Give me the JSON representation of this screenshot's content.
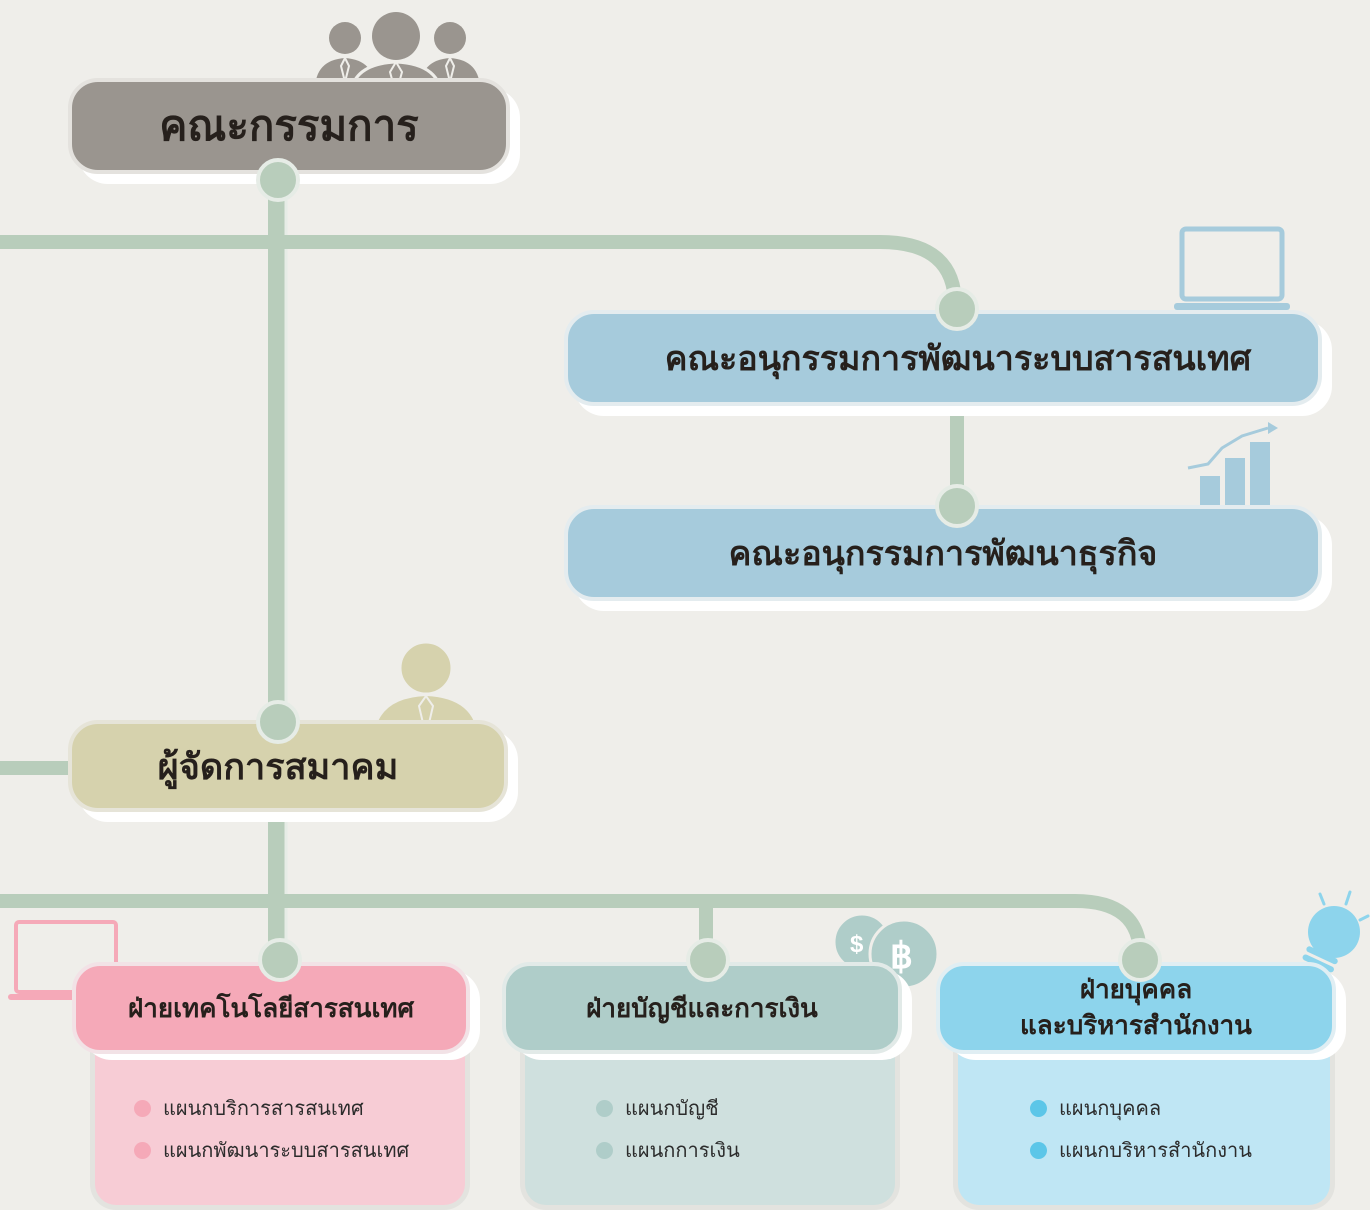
{
  "colors": {
    "line": "#b8cdbb",
    "board": "#9a958f",
    "subcommittee": "#a6cbdc",
    "manager": "#d6d2ad",
    "it": "#f5a9b8",
    "it_panel": "#f7ccd5",
    "accounting": "#afcdc9",
    "accounting_panel": "#cfe0de",
    "hr": "#8dd4ec",
    "hr_panel": "#bfe6f4"
  },
  "board": {
    "label": "คณะกรรมการ",
    "icon": "people-group-icon"
  },
  "subcommittees": [
    {
      "label": "คณะอนุกรรมการพัฒนาระบบสารสนเทศ",
      "icon": "laptop-icon"
    },
    {
      "label": "คณะอนุกรรมการพัฒนาธุรกิจ",
      "icon": "bar-chart-icon"
    }
  ],
  "manager": {
    "label": "ผู้จัดการสมาคม",
    "icon": "person-icon"
  },
  "departments": [
    {
      "label": "ฝ่ายเทคโนโลยีสารสนเทศ",
      "icon": "laptop-icon",
      "items": [
        "แผนกบริการสารสนเทศ",
        "แผนกพัฒนาระบบสารสนเทศ"
      ]
    },
    {
      "label": "ฝ่ายบัญชีและการเงิน",
      "icon": "currency-coins-icon",
      "coin_symbols": [
        "$",
        "¥",
        "฿"
      ],
      "items": [
        "แผนกบัญชี",
        "แผนกการเงิน"
      ]
    },
    {
      "label_line1": "ฝ่ายบุคคล",
      "label_line2": "และบริหารสำนักงาน",
      "icon": "lightbulb-icon",
      "items": [
        "แผนกบุคคล",
        "แผนกบริหารสำนักงาน"
      ]
    }
  ]
}
